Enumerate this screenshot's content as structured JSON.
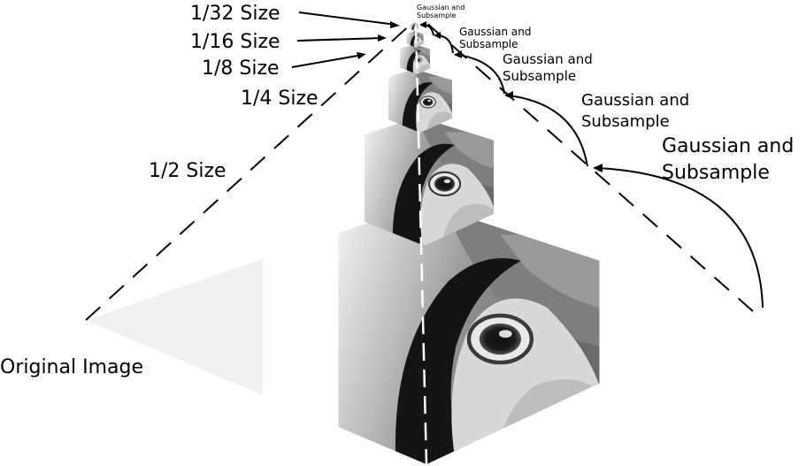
{
  "levels": [
    {
      "label": "Original Image"
    },
    {
      "label": "1/2 Size"
    },
    {
      "label": "1/4 Size"
    },
    {
      "label": "1/8 Size"
    },
    {
      "label": "1/16 Size"
    },
    {
      "label": "1/32 Size"
    }
  ],
  "gaussian": [
    {
      "line1": "Gaussian and",
      "line2": "Subsample"
    },
    {
      "line1": "Gaussian and",
      "line2": "Subsample"
    },
    {
      "line1": "Gaussian and",
      "line2": "Subsample"
    },
    {
      "line1": "Gaussian and",
      "line2": "Subsample"
    },
    {
      "line1": "Gaussian and",
      "line2": "Subsample"
    }
  ]
}
